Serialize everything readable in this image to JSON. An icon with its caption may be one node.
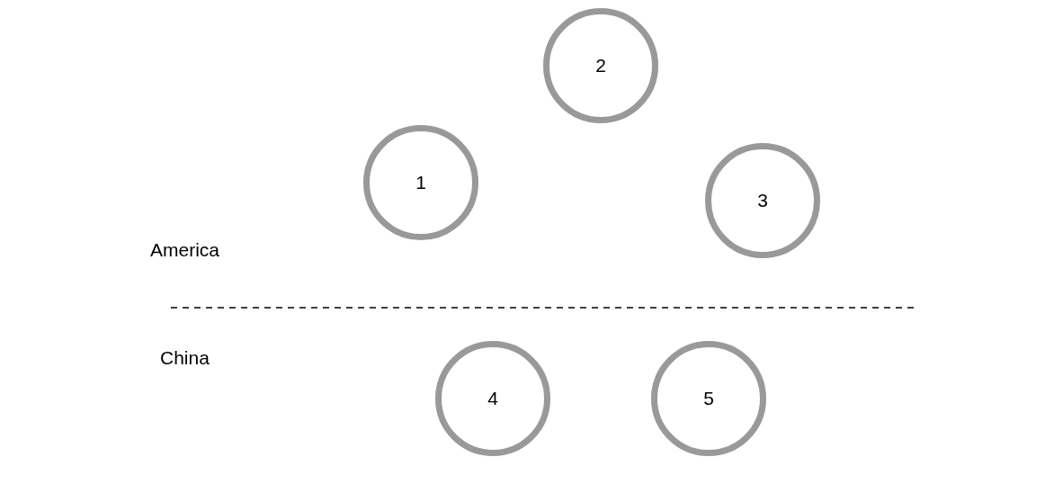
{
  "diagram": {
    "nodes": [
      {
        "text": [
          "1"
        ]
      },
      {
        "text": [
          "2"
        ]
      },
      {
        "text": [
          "3"
        ]
      },
      {
        "text": [
          "4"
        ]
      },
      {
        "text": [
          "5"
        ]
      }
    ],
    "labels": [
      "America",
      "China"
    ]
  }
}
